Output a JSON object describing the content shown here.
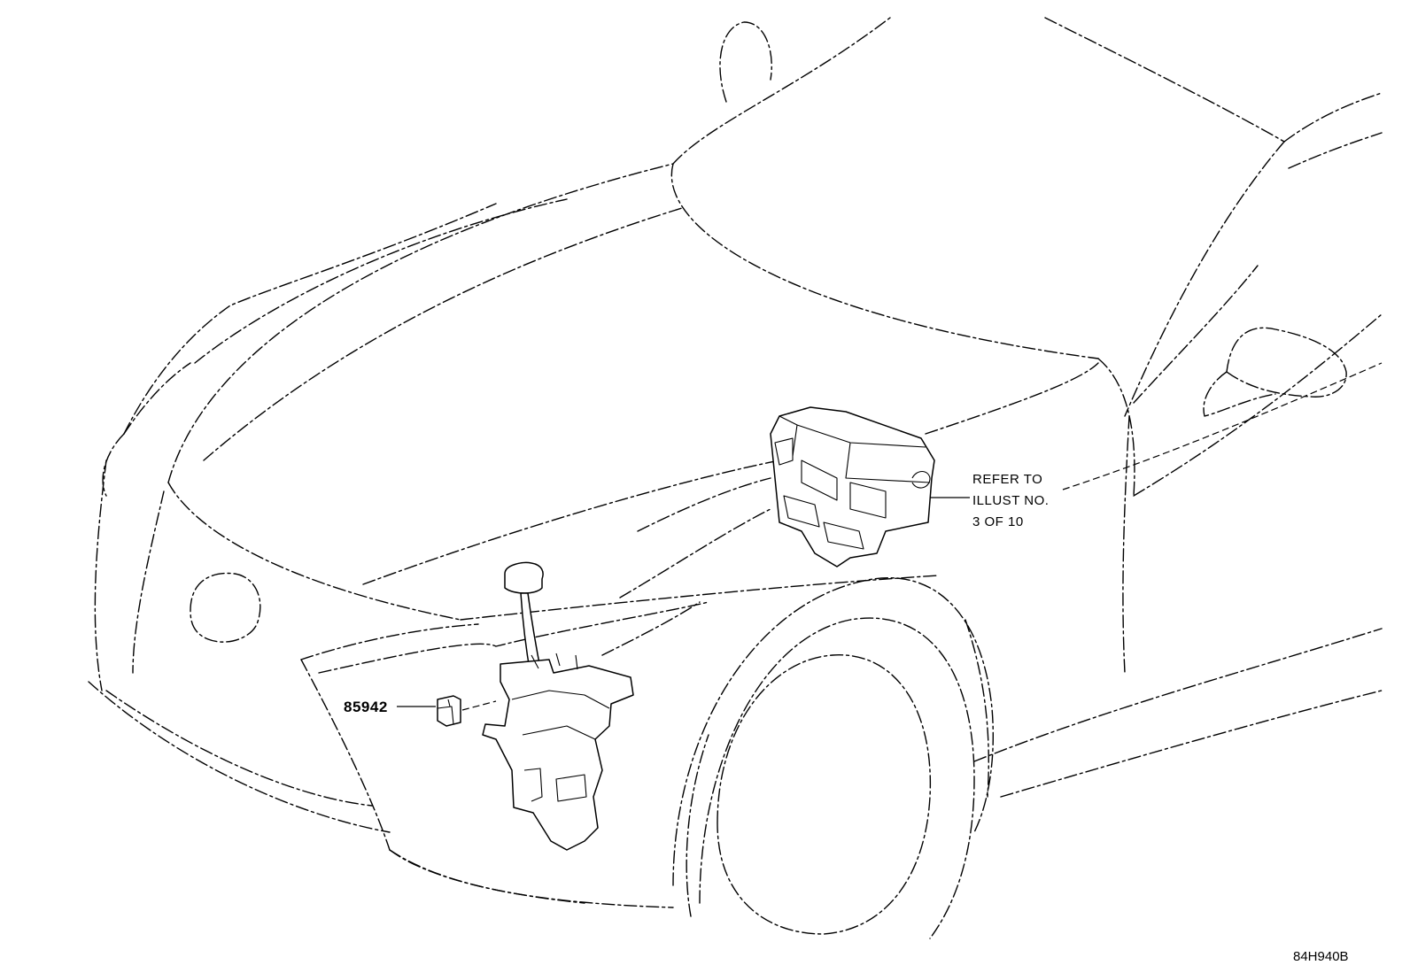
{
  "callouts": {
    "part_number": "85942",
    "reference_line1": "REFER TO",
    "reference_line2": "ILLUST NO.",
    "reference_line3": "3 OF 10"
  },
  "diagram_code": "84H940B",
  "colors": {
    "line": "#000000",
    "background": "#ffffff"
  }
}
